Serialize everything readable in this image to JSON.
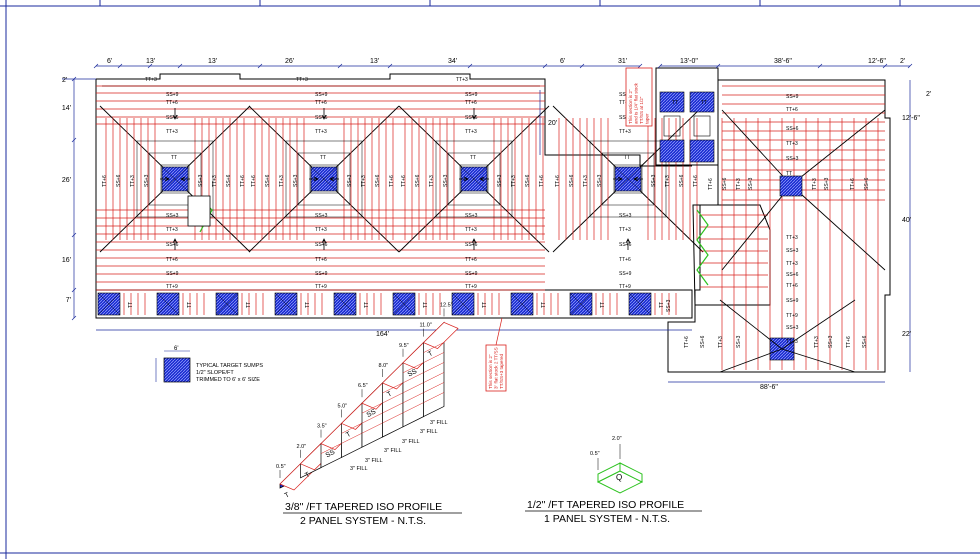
{
  "dims": {
    "top": [
      "6'",
      "13'",
      "13'",
      "26'",
      "13'",
      "34'",
      "6'",
      "31'",
      "13'-0\"",
      "38'-6\"",
      "12'-6\"",
      "2'"
    ],
    "left": [
      "14'",
      "26'",
      "16'",
      "7'"
    ],
    "mid_right": "20'",
    "right": [
      "12'-6\"",
      "40'",
      "22'",
      "2'"
    ],
    "left_top": "2'",
    "bottom": "164'",
    "bottom_right": "88'-6\"",
    "sump": "6'"
  },
  "rows": {
    "r1": "TT+3",
    "r2": "SS+9",
    "r3": "TT+6",
    "r4": "SS+6",
    "r5": "TT+3",
    "r6": "TT",
    "r7": "SS+3",
    "r8": "TT+3",
    "r9": "SS+6",
    "r10": "TT+6",
    "r11": "SS+9",
    "r12": "TT+9"
  },
  "sides": [
    "TT+6",
    "SS+6",
    "TT+3",
    "SS+3",
    "SS+3",
    "TT+3",
    "SS+6",
    "TT+6"
  ],
  "right_rows": [
    "SS+9",
    "TT+6",
    "SS+6",
    "TT+3",
    "SS+3",
    "TT",
    "TT+3",
    "SS+3",
    "TT+3",
    "SS+6",
    "TT+6",
    "SS+9",
    "TT+9",
    "SS+3",
    "TT+3"
  ],
  "right_sides": [
    "TT+6",
    "SS+6",
    "TT+3",
    "SS+3",
    "TT+3",
    "SS+3",
    "TT+6",
    "SS+6"
  ],
  "strip_labels": [
    "TT",
    "TT",
    "TT",
    "SS+3"
  ],
  "notes": {
    "note1": [
      "This section is 2\"",
      "and is 1/4\" flat stock",
      "TT/SS at 1/2\"",
      "taper"
    ],
    "note2": [
      "This section is 2\"",
      "3\" flat stock 2 TT/SS",
      "TT/SS+3 tapered"
    ]
  },
  "legend": {
    "line1": "TYPICAL TARGET SUMPS",
    "line2": "1/2\" SLOPE/FT",
    "line3": "TRIMMED TO 6' x 6' SIZE",
    "dim": "6'"
  },
  "profile1": {
    "heights": [
      "0.5\"",
      "2.0\"",
      "3.5\"",
      "5.0\"",
      "6.5\"",
      "8.0\"",
      "9.5\"",
      "11.0\"",
      "12.5\""
    ],
    "panels": [
      "T",
      "T",
      "SS",
      "T",
      "SS",
      "T",
      "SS",
      "T"
    ],
    "fills": [
      "3\" FILL",
      "3\" FILL",
      "3\" FILL",
      "3\" FILL",
      "3\" FILL",
      "3\" FILL"
    ],
    "title": "3/8\" /FT TAPERED ISO PROFILE",
    "subtitle": "2 PANEL SYSTEM - N.T.S."
  },
  "profile2": {
    "heights": [
      "0.5\"",
      "2.0\""
    ],
    "panel": "Q",
    "title": "1/2\" /FT TAPERED ISO PROFILE",
    "subtitle": "1 PANEL SYSTEM - N.T.S."
  },
  "colors": {
    "line": "#d9201c",
    "dim": "#1a2a9c",
    "sump": "#1a2bd0",
    "hatch": "#9aa7ff",
    "ink": "#000000",
    "green": "#2cc21f",
    "note": "#d9201c"
  }
}
